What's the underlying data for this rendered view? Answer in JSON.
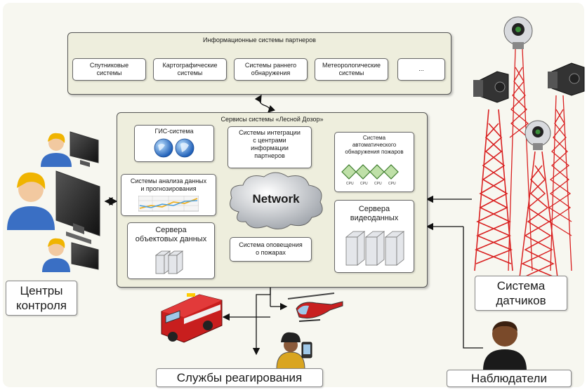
{
  "partners": {
    "title": "Информационные системы партнеров",
    "items": [
      "Спутниковые\nсистемы",
      "Картографические\nсистемы",
      "Системы раннего\nобнаружения",
      "Метеорологические\nсистемы",
      "..."
    ]
  },
  "services": {
    "title": "Сервисы системы «Лесной Дозор»",
    "gis": "ГИС-система",
    "integration": "Системы интеграции\nс центрами\nинформации\nпартнеров",
    "auto_detection": "Система\nавтоматического\nобнаружения пожаров",
    "cpu_label": "CPU",
    "analysis": "Системы анализа данных\nи прогнозирования",
    "network": "Network",
    "object_servers": "Сервера\nобъектовых данных",
    "alert": "Система оповещения\nо пожарах",
    "video_servers": "Сервера\nвидеоданных"
  },
  "labels": {
    "control_centers": "Центры\nконтроля",
    "sensor_system": "Система\nдатчиков",
    "response_services": "Службы реагирования",
    "observers": "Наблюдатели"
  },
  "colors": {
    "panel_fill": "#eeeedd",
    "tower_red": "#d92020",
    "globe_blue": "#2f7fd8",
    "person_blue": "#3a6fc4"
  }
}
